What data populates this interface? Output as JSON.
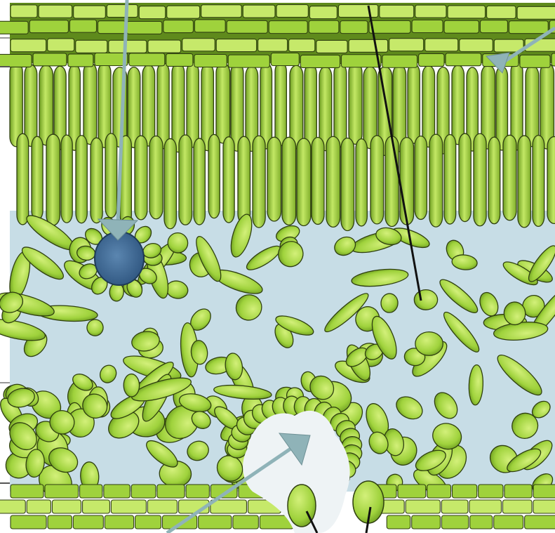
{
  "image": {
    "subject": "leaf-cross-section",
    "labels_text": []
  },
  "colors": {
    "cell_green": "#9fd23c",
    "cell_light": "#c6e96a",
    "cell_dark": "#5f8a1c",
    "outline": "#2f3f10",
    "air_space": "#c7dde6",
    "background": "#ffffff",
    "stoma_gap": "#eef3f5",
    "vein": "#4e7aa6",
    "arrow": "#8fb3b8",
    "label_line": "#111111"
  },
  "pointers": [
    {
      "id": "vein-pointer",
      "target": "vascular-bundle"
    },
    {
      "id": "upper-epidermis-pointer",
      "target": "upper-epidermis"
    },
    {
      "id": "stoma-pointer",
      "target": "stoma-chamber"
    }
  ],
  "leader_lines": [
    {
      "id": "palisade-leader",
      "target": "palisade-layer"
    },
    {
      "id": "guard-cell-leader-left",
      "target": "guard-cell"
    },
    {
      "id": "guard-cell-leader-right",
      "target": "guard-cell"
    }
  ]
}
